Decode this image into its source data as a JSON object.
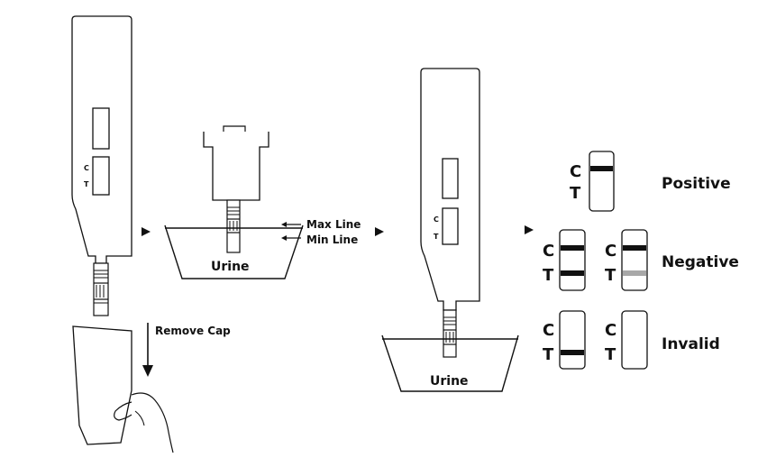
{
  "step1": {
    "cassette_c": "C",
    "cassette_t": "T",
    "remove_cap": "Remove Cap"
  },
  "step2": {
    "max_line": "Max Line",
    "min_line": "Min Line",
    "liquid": "Urine"
  },
  "step3": {
    "cassette_c": "C",
    "cassette_t": "T",
    "liquid": "Urine"
  },
  "results": {
    "c_label": "C",
    "t_label": "T",
    "positive": "Positive",
    "negative": "Negative",
    "invalid": "Invalid",
    "faint_line_color": "#a8a8a8",
    "line_color": "#111111"
  }
}
